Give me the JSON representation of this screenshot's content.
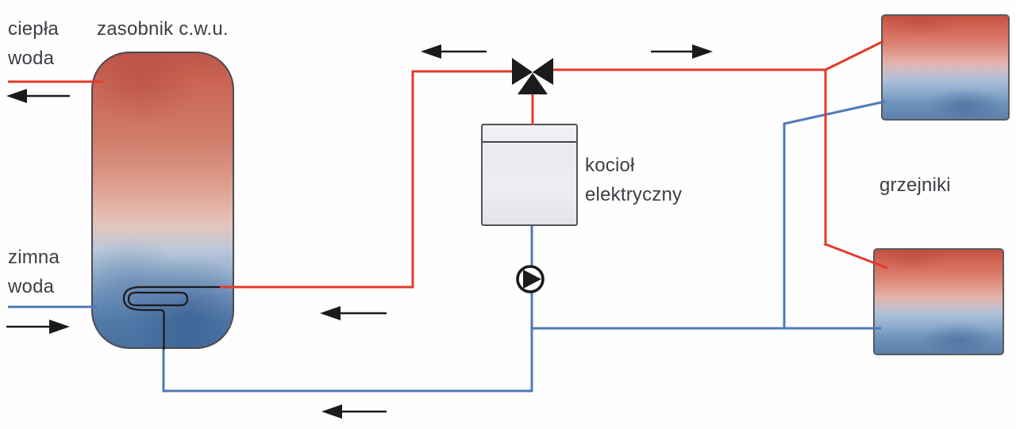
{
  "diagram": {
    "labels": {
      "hot_water_l1": "ciepła",
      "hot_water_l2": "woda",
      "tank": "zasobnik c.w.u.",
      "cold_water_l1": "zimna",
      "cold_water_l2": "woda",
      "boiler_l1": "kocioł",
      "boiler_l2": "elektryczny",
      "radiators": "grzejniki"
    },
    "colors": {
      "hot_pipe": "#e33a2a",
      "cold_pipe": "#4d7ab8",
      "symbols": "#1b1b1b",
      "text": "#3c3f45"
    },
    "symbols": {
      "valve": "three-way-valve",
      "pump": "circulation-pump",
      "coil": "tank-heating-coil",
      "flow_arrows": 6
    }
  }
}
